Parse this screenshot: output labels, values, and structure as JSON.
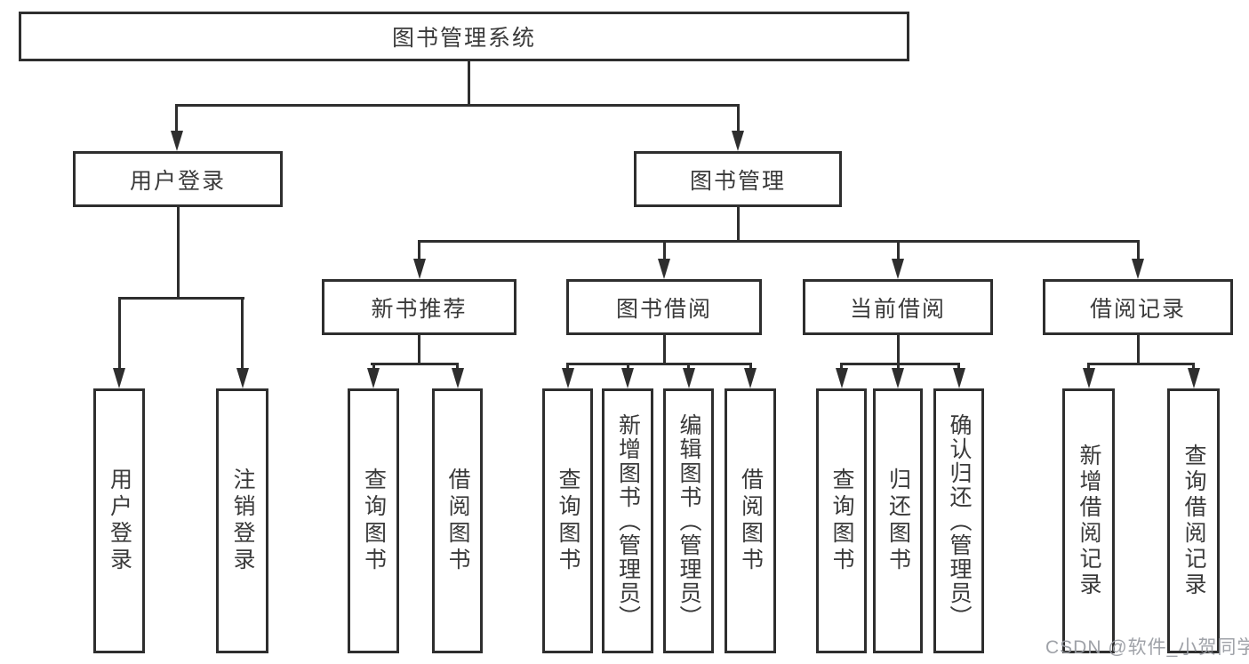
{
  "watermark": "CSDN @软件_小贺同学",
  "colors": {
    "background": "#ffffff",
    "line": "#2e2e2e",
    "box_border": "#2e2e2e",
    "box_fill": "#ffffff",
    "text": "#3a3a3a",
    "watermark": "#979aa1"
  },
  "nodes": {
    "root": "图书管理系统",
    "user_login": "用户登录",
    "book_management": "图书管理",
    "new_book_recommend": "新书推荐",
    "book_borrowing": "图书借阅",
    "current_borrowing": "当前借阅",
    "borrowing_records": "借阅记录",
    "leaf_user_login": "用户登录",
    "leaf_logout": "注销登录",
    "leaf_query_books_1": "查询图书",
    "leaf_borrow_books_1": "借阅图书",
    "leaf_query_books_2": "查询图书",
    "leaf_add_book_admin": "新增图书（管理员）",
    "leaf_edit_book_admin": "编辑图书（管理员）",
    "leaf_borrow_books_2": "借阅图书",
    "leaf_query_books_3": "查询图书",
    "leaf_return_book": "归还图书",
    "leaf_confirm_return_admin": "确认归还（管理员）",
    "leaf_add_borrow_record": "新增借阅记录",
    "leaf_query_borrow_record": "查询借阅记录"
  },
  "tree": {
    "label": "图书管理系统",
    "children": [
      {
        "label": "用户登录",
        "children": [
          {
            "label": "用户登录"
          },
          {
            "label": "注销登录"
          }
        ]
      },
      {
        "label": "图书管理",
        "children": [
          {
            "label": "新书推荐",
            "children": [
              {
                "label": "查询图书"
              },
              {
                "label": "借阅图书"
              }
            ]
          },
          {
            "label": "图书借阅",
            "children": [
              {
                "label": "查询图书"
              },
              {
                "label": "新增图书（管理员）"
              },
              {
                "label": "编辑图书（管理员）"
              },
              {
                "label": "借阅图书"
              }
            ]
          },
          {
            "label": "当前借阅",
            "children": [
              {
                "label": "查询图书"
              },
              {
                "label": "归还图书"
              },
              {
                "label": "确认归还（管理员）"
              }
            ]
          },
          {
            "label": "借阅记录",
            "children": [
              {
                "label": "新增借阅记录"
              },
              {
                "label": "查询借阅记录"
              }
            ]
          }
        ]
      }
    ]
  }
}
